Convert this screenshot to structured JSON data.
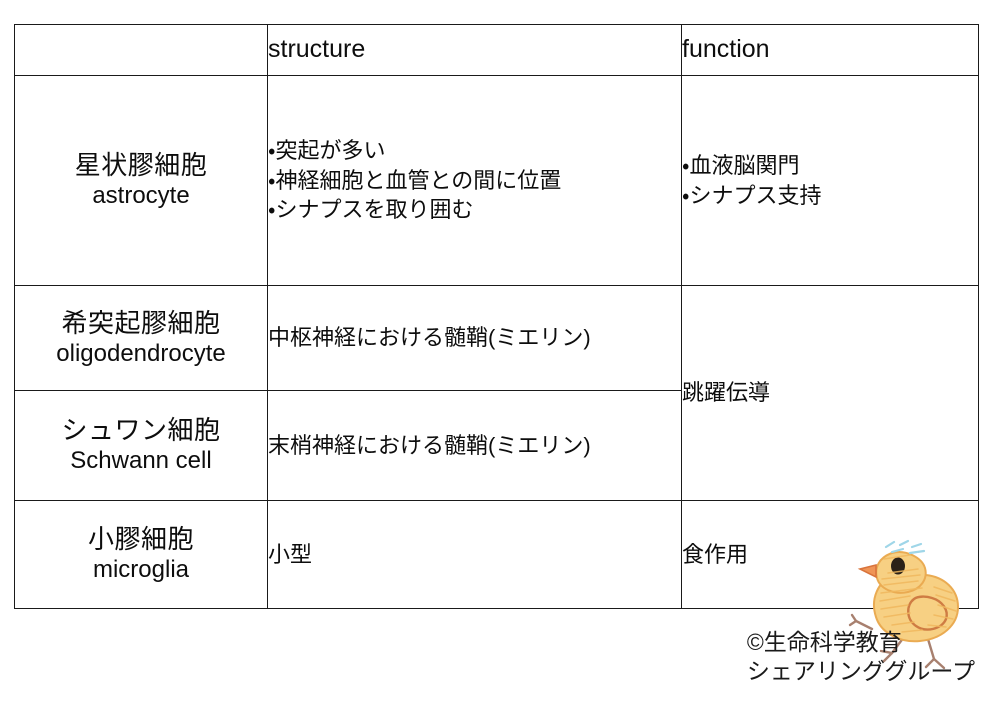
{
  "table": {
    "columns": [
      {
        "key": "name",
        "label": ""
      },
      {
        "key": "structure",
        "label": "structure"
      },
      {
        "key": "function",
        "label": "function"
      }
    ],
    "rows": [
      {
        "name_jp": "星状膠細胞",
        "name_en": "astrocyte",
        "structure_bullets": [
          "・突起が多い",
          "・神経細胞と血管との間に位置",
          "・シナプスを取り囲む"
        ],
        "function_bullets": [
          "・血液脳関門",
          "・シナプス支持"
        ]
      },
      {
        "name_jp": "希突起膠細胞",
        "name_en": "oligodendrocyte",
        "structure_text": "中枢神経における髄鞘(ミエリン)",
        "function_text": "跳躍伝導",
        "function_rowspan": 2
      },
      {
        "name_jp": "シュワン細胞",
        "name_en": "Schwann cell",
        "structure_text": "末梢神経における髄鞘(ミエリン)"
      },
      {
        "name_jp": "小膠細胞",
        "name_en": "microglia",
        "structure_text": "小型",
        "function_text": "食作用"
      }
    ]
  },
  "credit": {
    "line1": "©生命科学教育",
    "line2": "シェアリンググループ"
  },
  "illustration": {
    "name": "chick-illustration",
    "body_color": "#f5c76a",
    "beak_color": "#e8804a",
    "leg_color": "#a87d6d",
    "eye_color": "#2b2118",
    "highlight_color": "#9fd6e8"
  },
  "colors": {
    "name_cell_background": "#daecf2",
    "border": "#1a1a1a",
    "text": "#0d0d0d",
    "page_background": "#ffffff"
  }
}
